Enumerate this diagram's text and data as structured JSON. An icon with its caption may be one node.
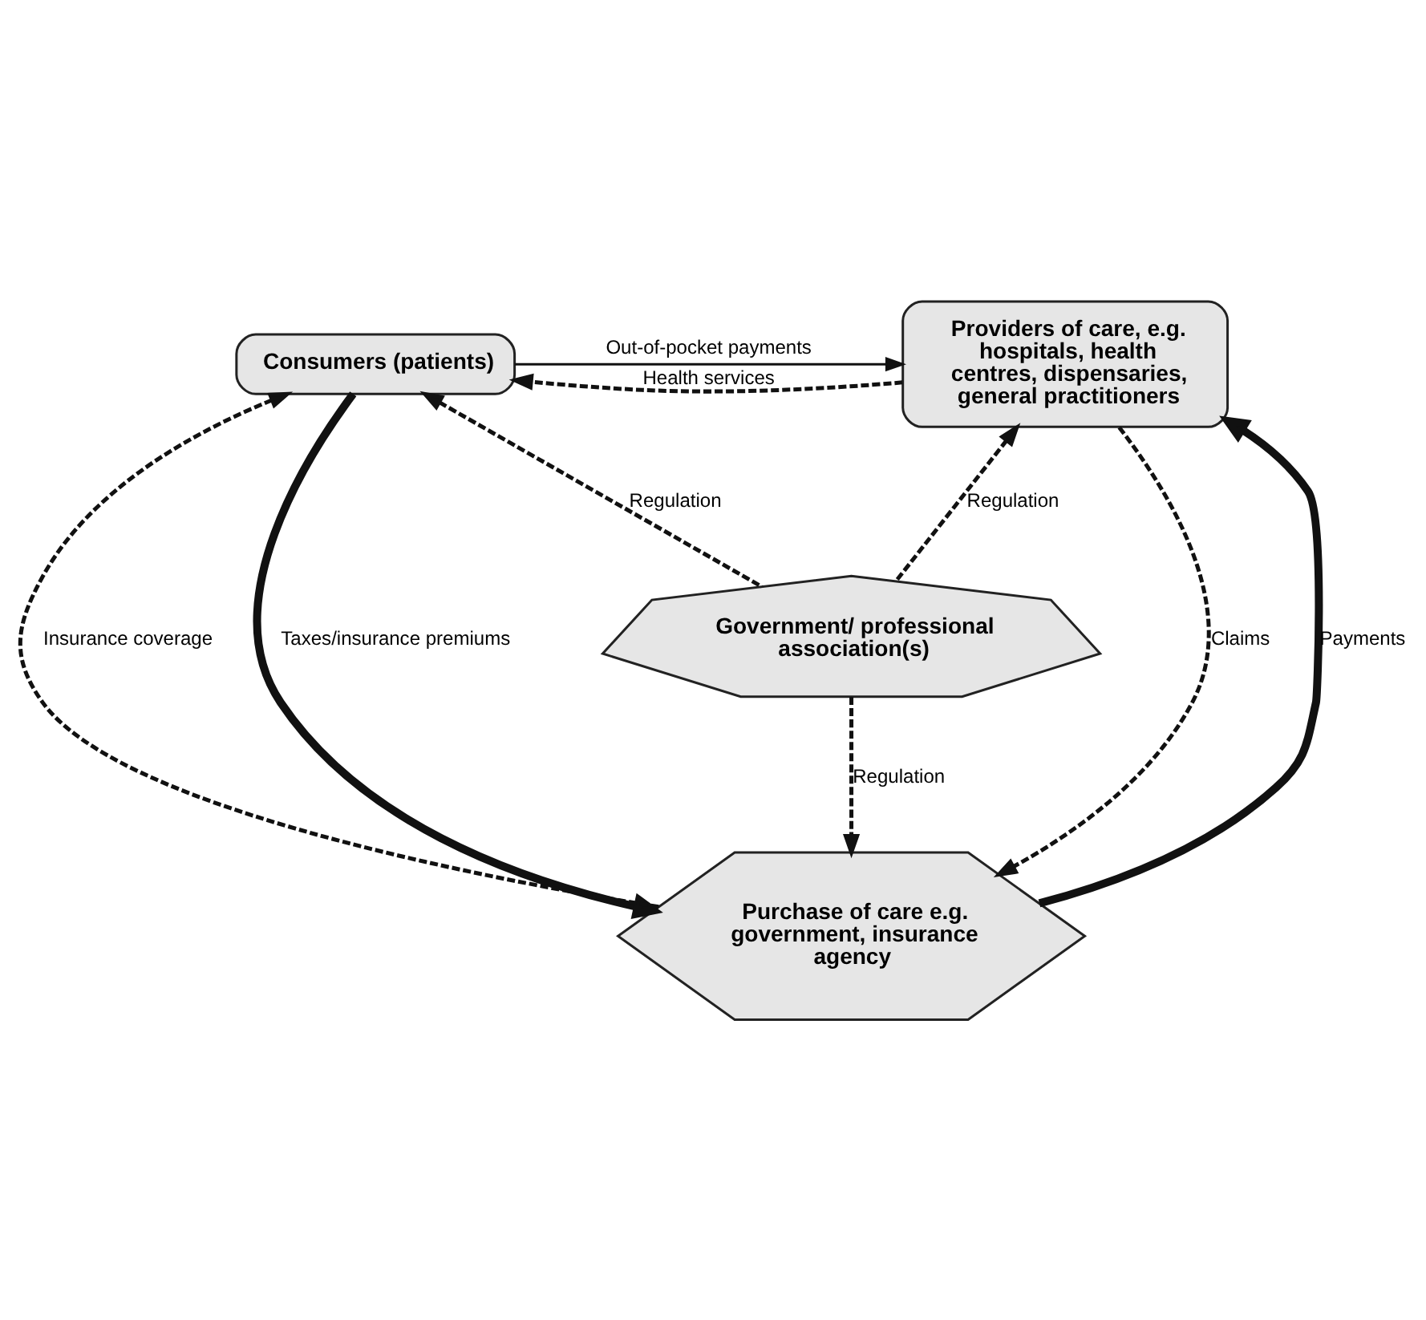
{
  "diagram": {
    "nodes": [
      {
        "text": [
          "Consumers (patients)"
        ]
      },
      {
        "text": [
          "Providers of care, e.g. hospitals, health centres, dispensaries, general practitioners"
        ]
      },
      {
        "text": [
          "Government/ professional association(s)"
        ]
      },
      {
        "text": [
          "Purchase of care e.g. government, insurance agency"
        ]
      }
    ],
    "edges": [
      {
        "from": 0,
        "to": 1,
        "arrow": "to",
        "label": "Out-of-pocket payments"
      },
      {
        "from": 1,
        "to": 0,
        "arrow": "to",
        "label": "Health services",
        "style": "dashed"
      },
      {
        "from": 2,
        "to": 0,
        "arrow": "to",
        "label": "Regulation",
        "style": "dashed"
      },
      {
        "from": 2,
        "to": 1,
        "arrow": "to",
        "label": "Regulation",
        "style": "dashed"
      },
      {
        "from": 0,
        "to": 3,
        "arrow": "to",
        "label": "Taxes/insurance premiums",
        "style": "thick"
      },
      {
        "from": 3,
        "to": 0,
        "arrow": "to",
        "label": "Insurance coverage",
        "style": "dashed"
      },
      {
        "from": 1,
        "to": 3,
        "arrow": "to",
        "label": "Claims",
        "style": "dashed"
      },
      {
        "from": 3,
        "to": 1,
        "arrow": "to",
        "label": "Payments",
        "style": "thick"
      },
      {
        "from": 2,
        "to": 3,
        "arrow": "to",
        "label": "Regulation",
        "style": "dashed"
      }
    ]
  }
}
